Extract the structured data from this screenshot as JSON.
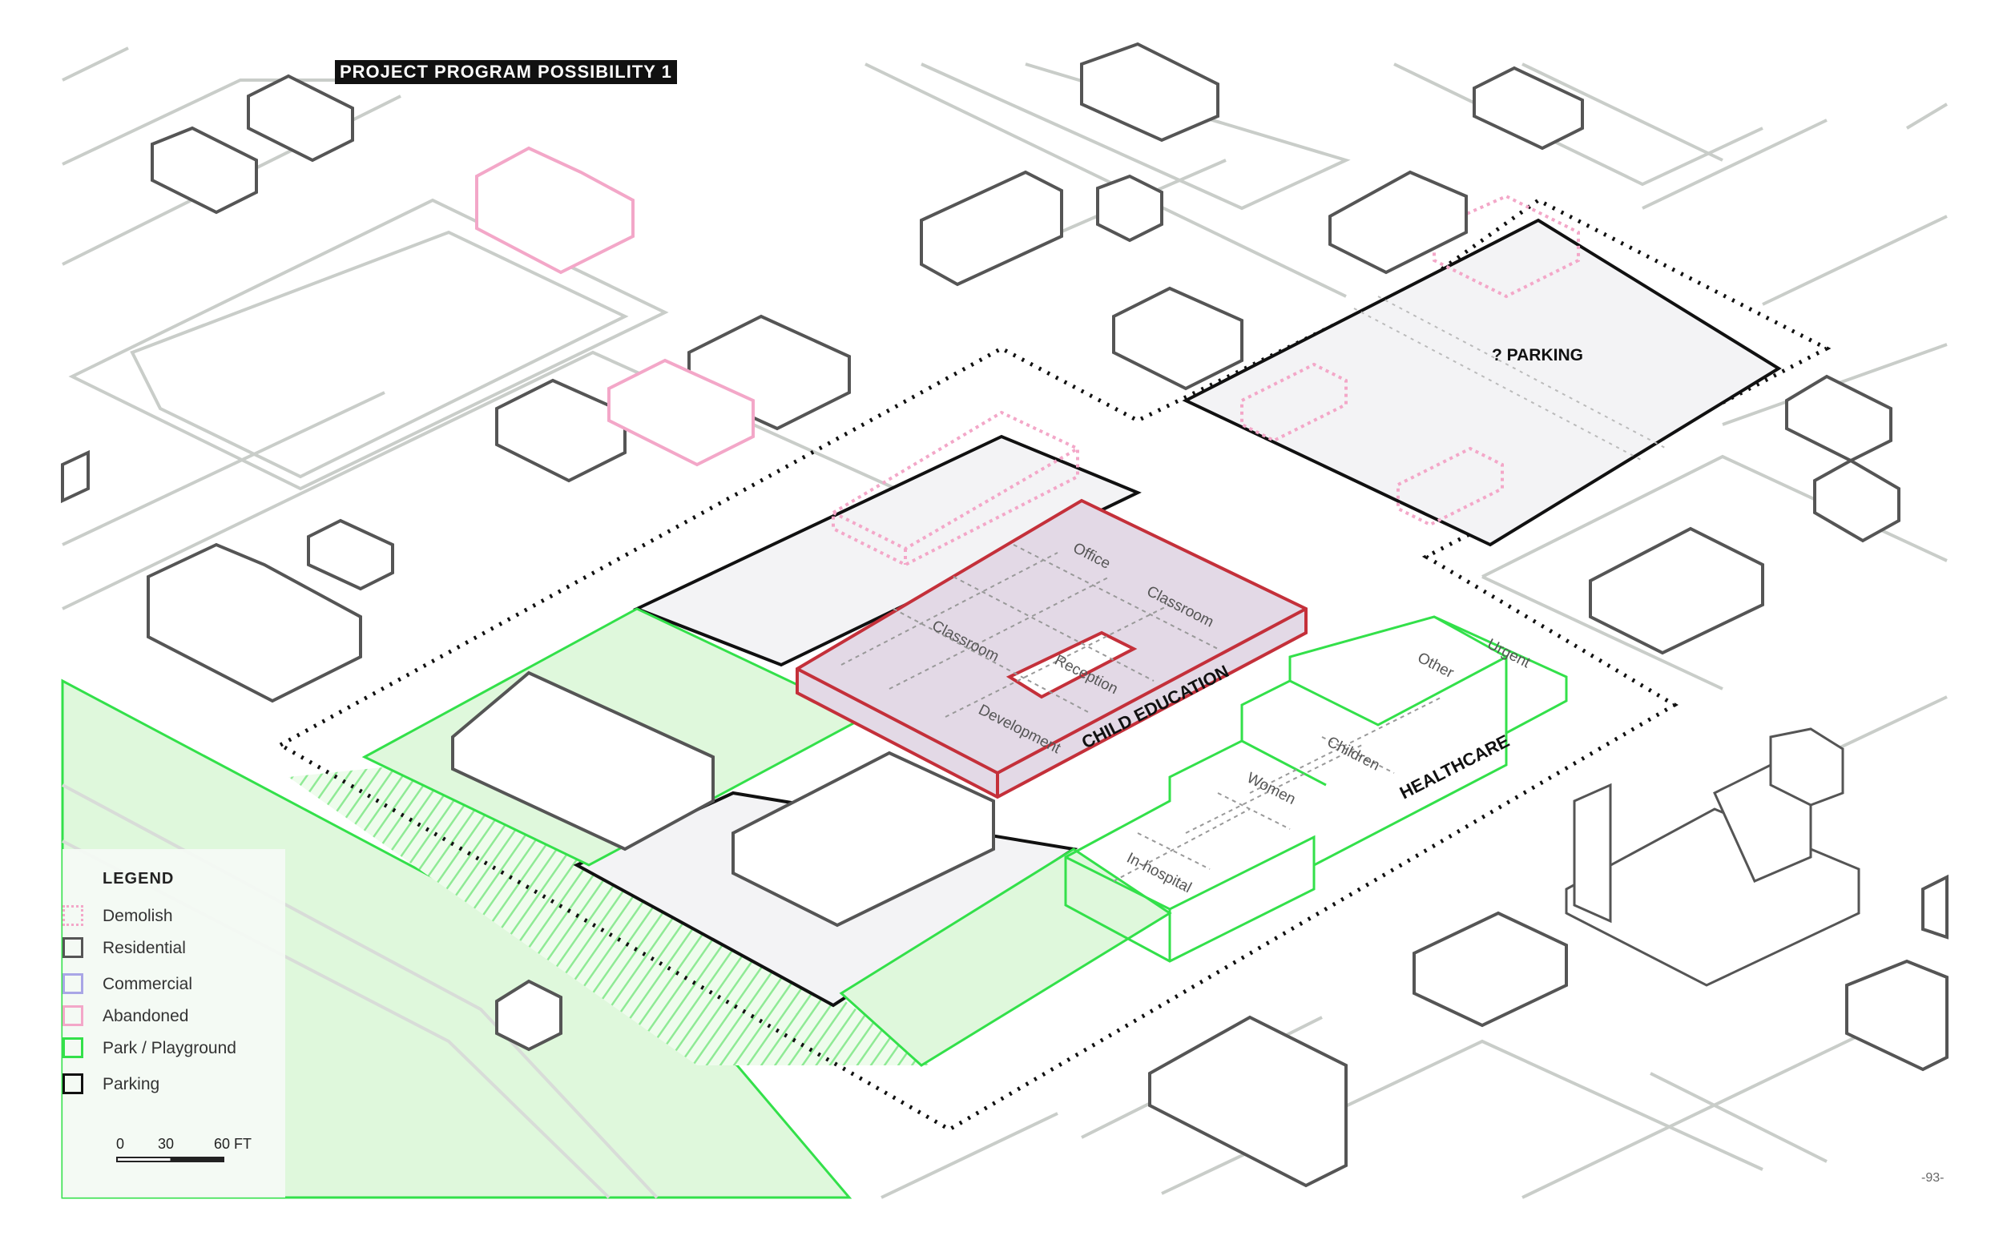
{
  "title": "PROJECT PROGRAM POSSIBILITY 1",
  "page_number": "-93-",
  "zones": {
    "parking_label": "? PARKING",
    "child_education_label": "CHILD EDUCATION",
    "healthcare_label": "HEALTHCARE"
  },
  "rooms": {
    "office": "Office",
    "classroom_east": "Classroom",
    "classroom_west": "Classroom",
    "reception": "Reception",
    "development": "Development",
    "other": "Other",
    "urgent": "Urgent",
    "children": "Children",
    "women": "Women",
    "in_hospital": "In-hospital"
  },
  "legend": {
    "title": "LEGEND",
    "items": [
      {
        "label": "Demolish",
        "color": "#f3a7c8",
        "style": "dotted"
      },
      {
        "label": "Residential",
        "color": "#555555",
        "style": "solid"
      },
      {
        "label": "Commercial",
        "color": "#a9a6e6",
        "style": "solid"
      },
      {
        "label": "Abandoned",
        "color": "#f3a7c8",
        "style": "solid"
      },
      {
        "label": "Park / Playground",
        "color": "#33e04a",
        "style": "solid"
      },
      {
        "label": "Parking",
        "color": "#111111",
        "style": "solid"
      }
    ]
  },
  "scale_bar": {
    "ticks": [
      "0",
      "30",
      "60 FT"
    ]
  },
  "colors": {
    "street": "#c9cdc9",
    "residential": "#555555",
    "park_fill": "#dff8dc",
    "park_line": "#33e04a",
    "demolish": "#f3a7c8",
    "child_edu": "#c4303a",
    "child_edu_fill": "#e3d9e6",
    "parking_fill": "#f3f3f5",
    "site_outline": "#111111"
  }
}
